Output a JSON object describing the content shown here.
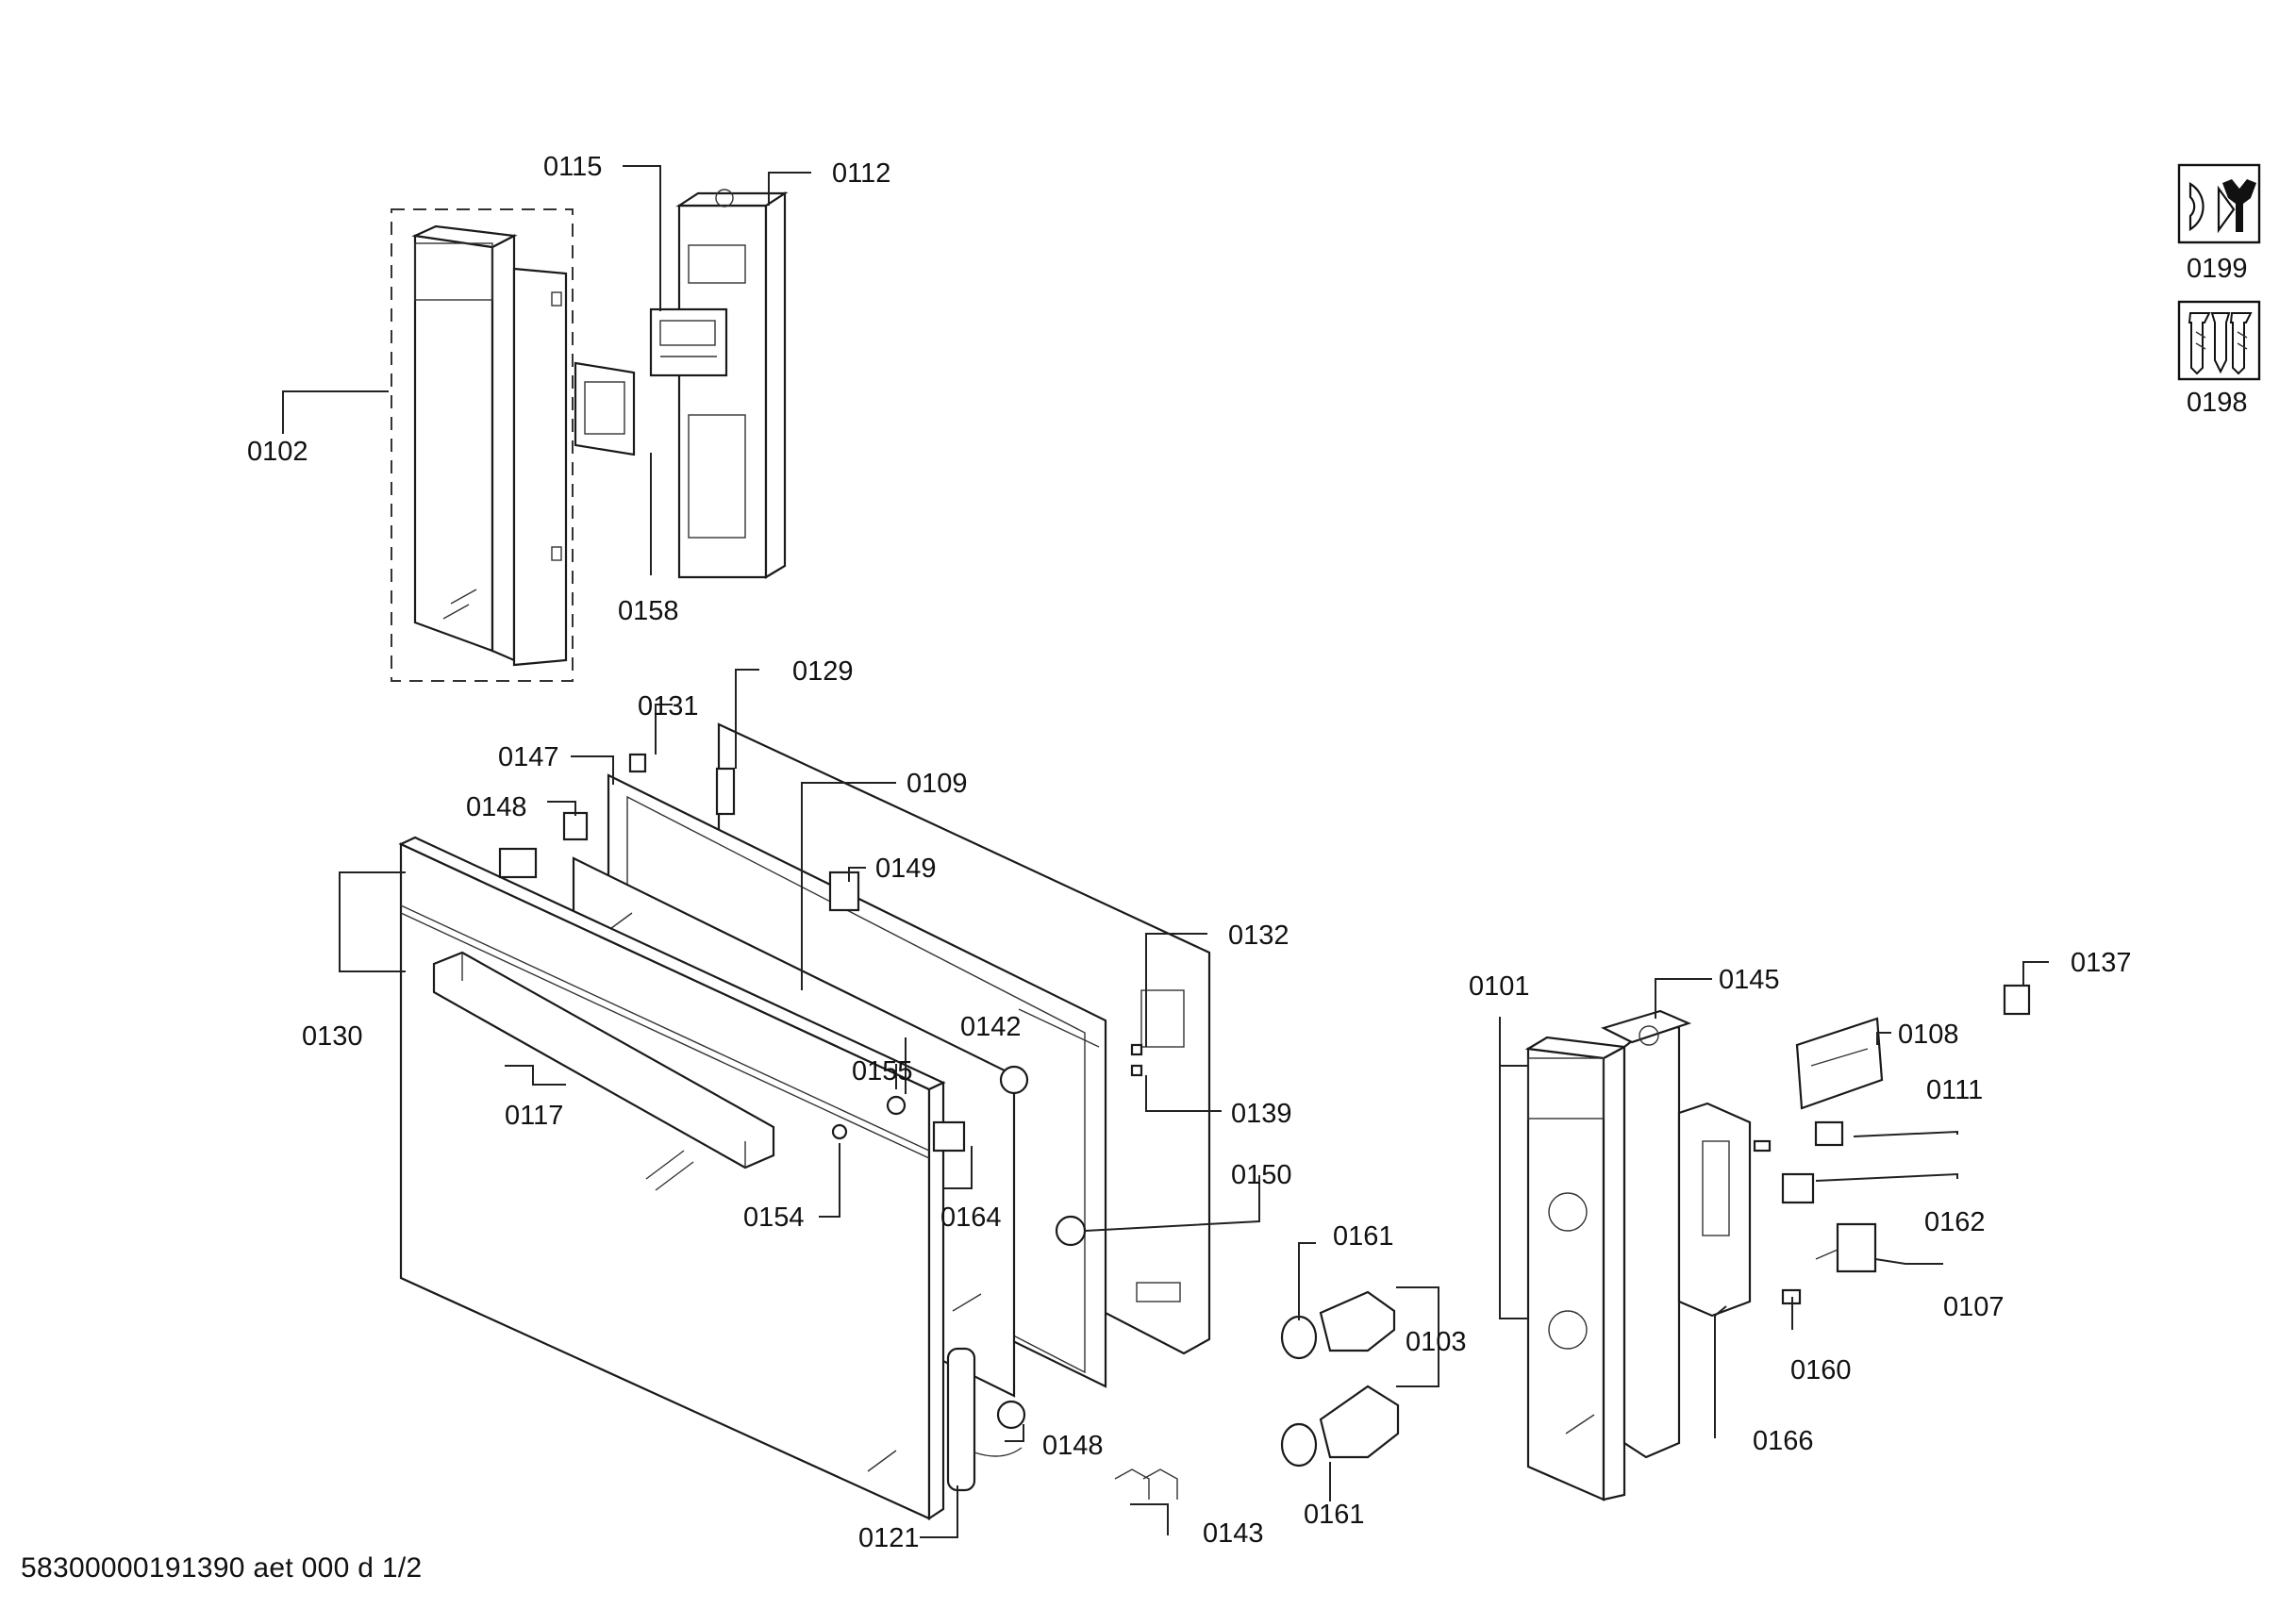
{
  "diagram": {
    "labels": {
      "p0101": "0101",
      "p0102": "0102",
      "p0103": "0103",
      "p0107": "0107",
      "p0108": "0108",
      "p0109": "0109",
      "p0111": "0111",
      "p0112": "0112",
      "p0115": "0115",
      "p0117": "0117",
      "p0121": "0121",
      "p0129": "0129",
      "p0130": "0130",
      "p0131": "0131",
      "p0132": "0132",
      "p0137": "0137",
      "p0139": "0139",
      "p0142": "0142",
      "p0143": "0143",
      "p0145": "0145",
      "p0147": "0147",
      "p0148a": "0148",
      "p0148b": "0148",
      "p0149": "0149",
      "p0150": "0150",
      "p0154": "0154",
      "p0155": "0155",
      "p0158": "0158",
      "p0160": "0160",
      "p0161a": "0161",
      "p0161b": "0161",
      "p0162": "0162",
      "p0164": "0164",
      "p0166": "0166",
      "p0198": "0198",
      "p0199": "0199"
    },
    "icons": [
      "service-tool-icon",
      "screws-icon"
    ]
  },
  "footer": {
    "code": "58300000191390 aet 000 d 1/2"
  }
}
